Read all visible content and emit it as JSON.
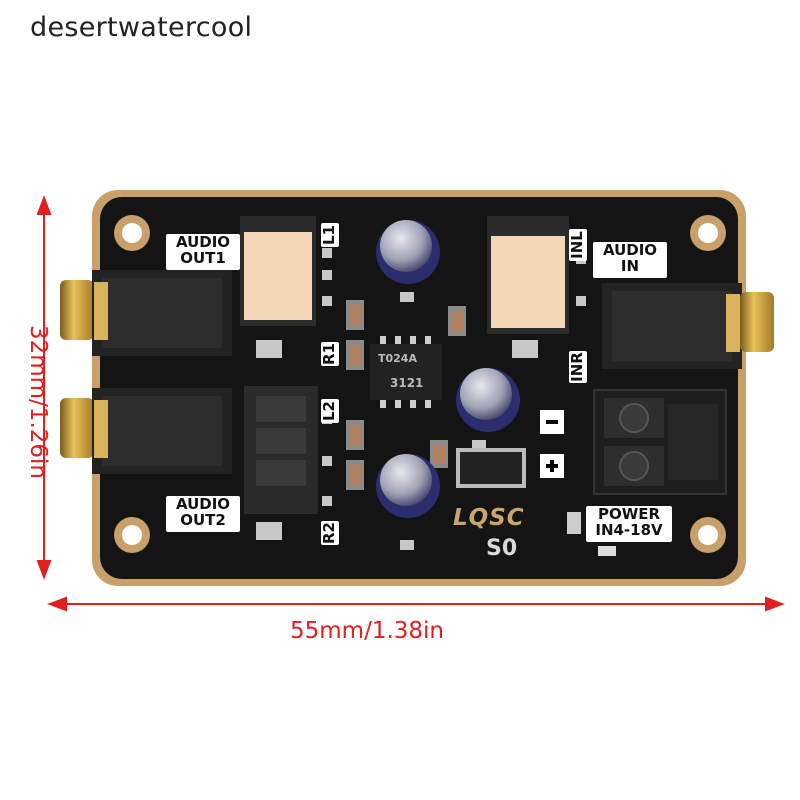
{
  "watermark": "desertwatercool",
  "dimensions": {
    "width_label": "55mm/1.38in",
    "height_label": "32mm/1.26in"
  },
  "board": {
    "labels": {
      "audio_out1": [
        "AUDIO",
        "OUT1"
      ],
      "audio_out2": [
        "AUDIO",
        "OUT2"
      ],
      "audio_in": [
        "AUDIO",
        "IN"
      ],
      "power": [
        "POWER",
        "IN4-18V"
      ],
      "l1": "L1",
      "r1": "R1",
      "l2": "L2",
      "r2": "R2",
      "inl": "INL",
      "inr": "INR"
    },
    "brand": "LQSC",
    "model": "S0",
    "ic_marking": [
      "T024A",
      "3121"
    ]
  },
  "colors": {
    "pcb": "#141414",
    "pcb_edge": "#c9a06a",
    "dimension": "#e0201e"
  }
}
